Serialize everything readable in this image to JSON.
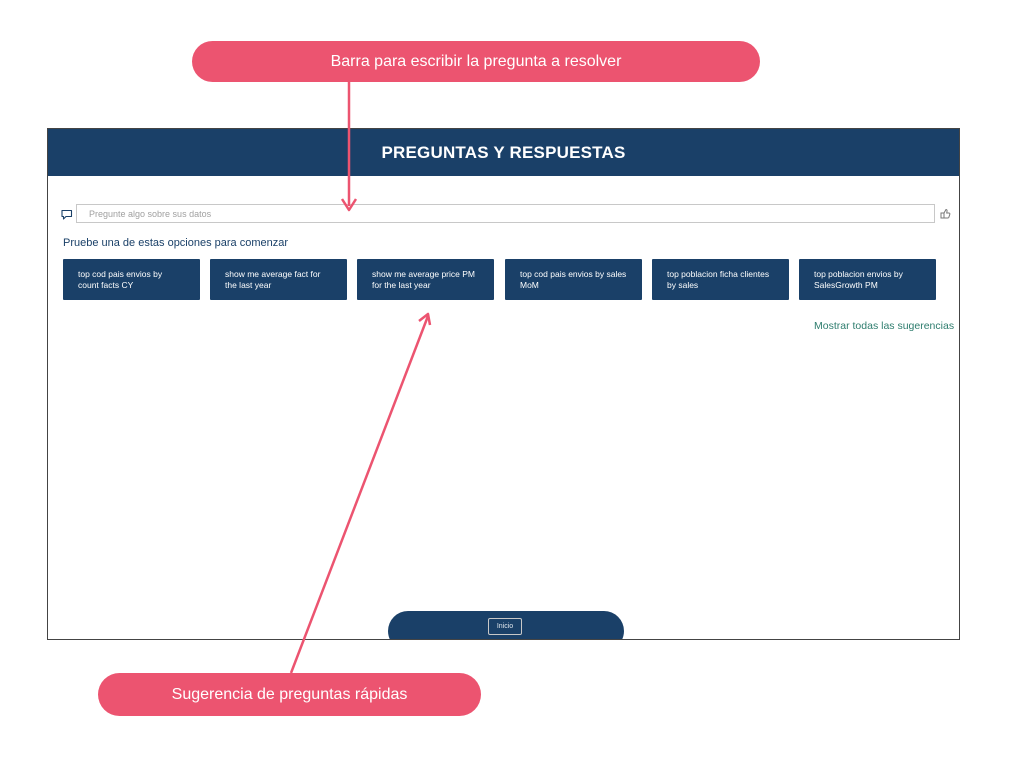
{
  "annotations": {
    "top_callout": "Barra para escribir la pregunta a resolver",
    "bottom_callout": "Sugerencia de preguntas rápidas",
    "accent_color": "#ec5470"
  },
  "app": {
    "title": "PREGUNTAS Y RESPUESTAS",
    "header_color": "#1a4068",
    "search": {
      "placeholder": "Pregunte algo sobre sus datos",
      "left_icon": "chat-bubble-icon",
      "right_icon": "feedback-icon"
    },
    "prompt_label": "Pruebe una de estas opciones para comenzar",
    "suggestions": [
      {
        "line1": "top cod pais envios by",
        "line2": "count facts CY"
      },
      {
        "line1": "show me average fact for",
        "line2": "the last year"
      },
      {
        "line1": "show me average price PM",
        "line2": "for the last year"
      },
      {
        "line1": "top cod pais envios by sales",
        "line2": "MoM"
      },
      {
        "line1": "top poblacion ficha clientes",
        "line2": "by sales"
      },
      {
        "line1": "top poblacion envios by",
        "line2": "SalesGrowth PM"
      }
    ],
    "show_all": "Mostrar todas las sugerencias",
    "home_button": "Inicio"
  }
}
